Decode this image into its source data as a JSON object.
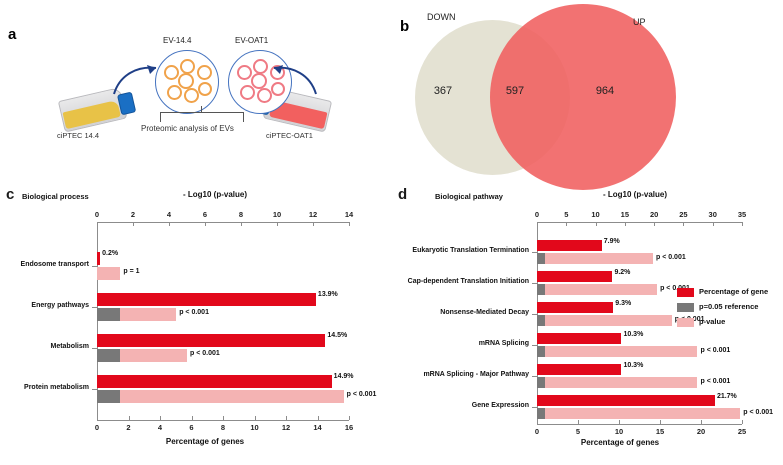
{
  "figure": {
    "panels": [
      "a",
      "b",
      "c",
      "d"
    ]
  },
  "panel_a": {
    "letter": "a",
    "flask_left_label": "ciPTEC 14.4",
    "flask_right_label": "ciPTEC-OAT1",
    "ev_left_label": "EV-14.4",
    "ev_right_label": "EV-OAT1",
    "analysis_label": "Proteomic analysis of EVs",
    "colors": {
      "flask_left": "#e8c247",
      "flask_right": "#f2605f",
      "ev_left_vesicle": "#f0a24a",
      "ev_right_vesicle": "#ef7a84",
      "arrow": "#1f3f87",
      "cap": "#1a6fc4"
    }
  },
  "panel_b": {
    "letter": "b",
    "label_left": "DOWN",
    "label_right": "UP",
    "value_left": "367",
    "value_overlap": "597",
    "value_right": "964",
    "colors": {
      "left": "#e4e2d3",
      "right": "#f05f5f"
    }
  },
  "chart_data": [
    {
      "panel": "c",
      "letter": "c",
      "type": "bar",
      "orientation": "horizontal",
      "title": "",
      "category_axis_title": "Biological process",
      "top_axis_title": "- Log10 (p-value)",
      "bottom_axis_title": "Percentage of genes",
      "categories": [
        "Endosome transport",
        "Energy pathways",
        "Metabolism",
        "Protein metabolism"
      ],
      "top_xlim": [
        0,
        14
      ],
      "top_ticks": [
        0,
        2,
        4,
        6,
        8,
        10,
        12,
        14
      ],
      "bottom_xlim": [
        0,
        16
      ],
      "bottom_ticks": [
        0,
        2,
        4,
        6,
        8,
        10,
        12,
        14,
        16
      ],
      "grid": false,
      "legend": false,
      "series": [
        {
          "name": "Percentage of gene",
          "color": "#e2081b",
          "axis": "bottom",
          "values": [
            0.2,
            13.9,
            14.5,
            14.9
          ],
          "labels": [
            "0.2%",
            "13.9%",
            "14.5%",
            "14.9%"
          ]
        },
        {
          "name": "p=0.05 reference",
          "color": "#787878",
          "axis": "top",
          "values": [
            0.0,
            1.3,
            1.3,
            1.3
          ]
        },
        {
          "name": "p-value",
          "color": "#f4b3b3",
          "axis": "top",
          "values": [
            1.3,
            4.4,
            5.0,
            13.7
          ],
          "labels": [
            "p = 1",
            "p < 0.001",
            "p < 0.001",
            "p < 0.001"
          ]
        }
      ]
    },
    {
      "panel": "d",
      "letter": "d",
      "type": "bar",
      "orientation": "horizontal",
      "title": "",
      "category_axis_title": "Biological pathway",
      "top_axis_title": "- Log10 (p-value)",
      "bottom_axis_title": "Percentage of genes",
      "categories": [
        "Eukaryotic Translation Termination",
        "Cap-dependent Translation Initiation",
        "Nonsense-Mediated Decay",
        "mRNA Splicing",
        "mRNA Splicing - Major Pathway",
        "Gene Expression"
      ],
      "top_xlim": [
        0,
        35
      ],
      "top_ticks": [
        0,
        5,
        10,
        15,
        20,
        25,
        30,
        35
      ],
      "bottom_xlim": [
        0,
        25
      ],
      "bottom_ticks": [
        0,
        5,
        10,
        15,
        20,
        25
      ],
      "grid": false,
      "legend": true,
      "legend_position": "right",
      "legend_entries": [
        {
          "label": "Percentage of gene",
          "color": "#e2081b"
        },
        {
          "label": "p=0.05 reference",
          "color": "#787878"
        },
        {
          "label": "p-value",
          "color": "#f4b3b3"
        }
      ],
      "series": [
        {
          "name": "Percentage of gene",
          "color": "#e2081b",
          "axis": "bottom",
          "values": [
            7.9,
            9.2,
            9.3,
            10.3,
            10.3,
            21.7
          ],
          "labels": [
            "7.9%",
            "9.2%",
            "9.3%",
            "10.3%",
            "10.3%",
            "21.7%"
          ]
        },
        {
          "name": "p=0.05 reference",
          "color": "#787878",
          "axis": "top",
          "values": [
            1.3,
            1.3,
            1.3,
            1.3,
            1.3,
            1.3
          ]
        },
        {
          "name": "p-value",
          "color": "#f4b3b3",
          "axis": "top",
          "values": [
            19.8,
            20.5,
            23.0,
            27.4,
            27.4,
            34.7
          ],
          "labels": [
            "p < 0.001",
            "p < 0.001",
            "p < 0.001",
            "p < 0.001",
            "p < 0.001",
            "p < 0.001"
          ]
        }
      ]
    }
  ]
}
